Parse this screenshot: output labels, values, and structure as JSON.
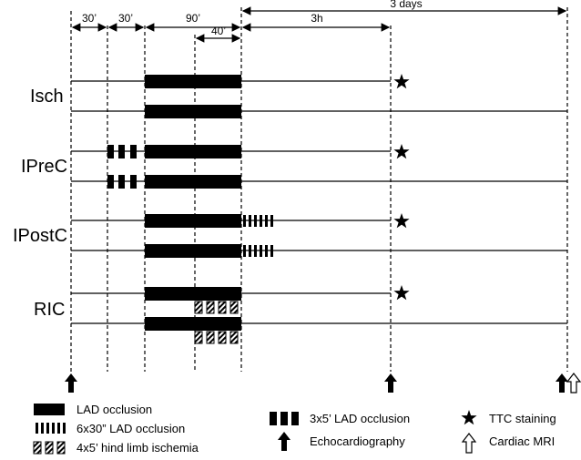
{
  "intervals": {
    "i30a": "30’",
    "i30b": "30’",
    "i90": "90’",
    "i40": "40’",
    "i3h": "3h",
    "i3d": "3 days"
  },
  "groups": [
    "Isch",
    "IPreC",
    "IPostC",
    "RIC"
  ],
  "legend": {
    "lad_occlusion": "LAD occlusion",
    "lad_6x30": "6x30” LAD occlusion",
    "hind_limb": "4x5’ hind limb ischemia",
    "lad_3x5": "3x5’ LAD occlusion",
    "echo": "Echocardiography",
    "ttc": "TTC staining",
    "mri": "Cardiac MRI"
  }
}
